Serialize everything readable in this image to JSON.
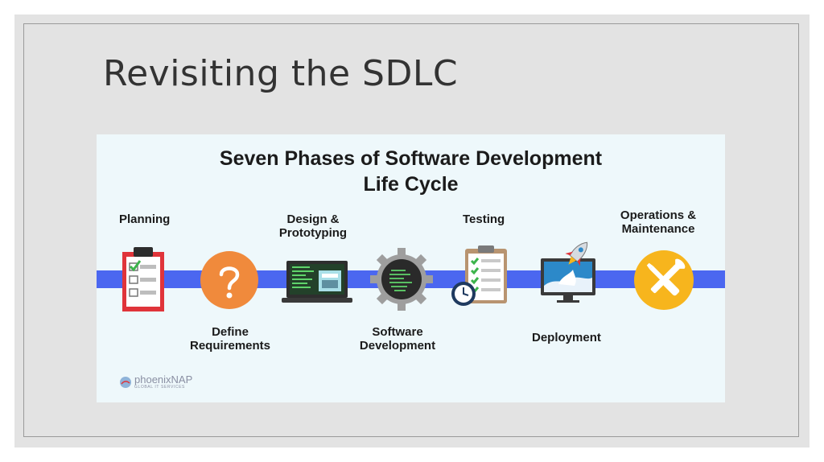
{
  "slide": {
    "title": "Revisiting the SDLC"
  },
  "infographic": {
    "title_line1": "Seven Phases of Software Development",
    "title_line2": "Life Cycle",
    "phases": [
      {
        "label": "Planning",
        "icon": "clipboard-checklist-icon"
      },
      {
        "label": "Define Requirements",
        "icon": "question-mark-icon"
      },
      {
        "label": "Design & Prototyping",
        "icon": "laptop-icon"
      },
      {
        "label": "Software Development",
        "icon": "gear-code-icon"
      },
      {
        "label": "Testing",
        "icon": "checklist-clock-icon"
      },
      {
        "label": "Deployment",
        "icon": "rocket-monitor-icon"
      },
      {
        "label": "Operations & Maintenance",
        "icon": "wrench-screwdriver-icon"
      }
    ],
    "logo": {
      "name": "phoenixNAP",
      "tagline": "GLOBAL IT SERVICES"
    },
    "colors": {
      "band": "#4b67f0",
      "accent_orange": "#f08a3c",
      "accent_yellow": "#f7b51d",
      "clipboard_red": "#e0343a"
    }
  }
}
